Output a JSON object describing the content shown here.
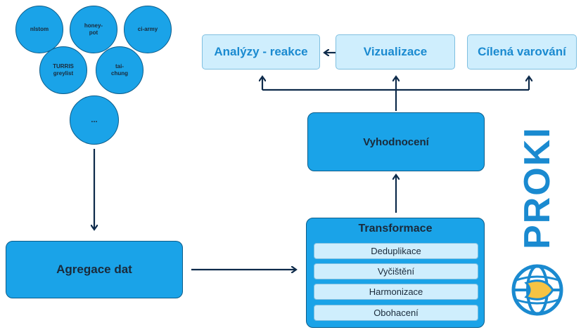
{
  "sources": [
    {
      "id": "nistom",
      "label": "nlstom"
    },
    {
      "id": "honeypot",
      "label": "honey-\npot"
    },
    {
      "id": "ciarmy",
      "label": "ci-army"
    },
    {
      "id": "turris",
      "label": "TURRIS\ngreylist"
    },
    {
      "id": "taichung",
      "label": "tai-\nchung"
    },
    {
      "id": "more",
      "label": "..."
    }
  ],
  "agregace": "Agregace dat",
  "transformace": {
    "title": "Transformace",
    "steps": [
      "Deduplikace",
      "Vyčištění",
      "Harmonizace",
      "Obohacení"
    ]
  },
  "vyhodnoceni": "Vyhodnocení",
  "outputs": [
    "Analýzy - reakce",
    "Vizualizace",
    "Cílená varování"
  ],
  "logo": {
    "text": "PROKI"
  },
  "colors": {
    "box": "#1aa3e8",
    "box_border": "#0b5c8a",
    "light": "#cfeefd",
    "arrow": "#0d2a4a",
    "logo": "#1a8ad0",
    "logo_accent": "#f6c343"
  }
}
